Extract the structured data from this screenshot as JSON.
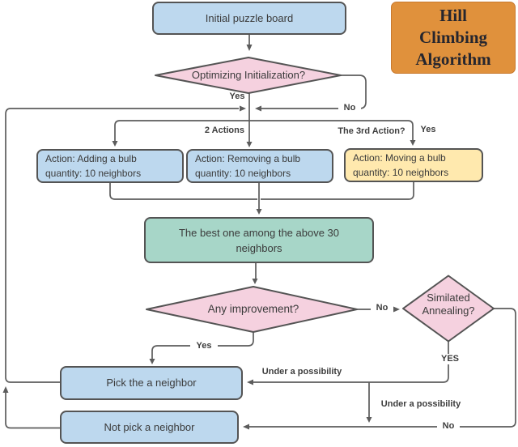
{
  "title_card": {
    "line1": "Hill",
    "line2": "Climbing",
    "line3": "Algorithm"
  },
  "nodes": {
    "initial": "Initial puzzle board",
    "optimizing": "Optimizing Initialization?",
    "action_add_line1": "Action: Adding a bulb",
    "action_add_line2": "quantity: 10 neighbors",
    "action_remove_line1": "Action: Removing a bulb",
    "action_remove_line2": "quantity: 10 neighbors",
    "action_move_line1": "Action: Moving a bulb",
    "action_move_line2": "quantity: 10 neighbors",
    "best_line1": "The best one among the above 30",
    "best_line2": "neighbors",
    "improvement": "Any improvement?",
    "annealing_line1": "Similated",
    "annealing_line2": "Annealing?",
    "pick": "Pick the a neighbor",
    "not_pick": "Not pick a neighbor"
  },
  "edge_labels": {
    "yes_top": "Yes",
    "no_top": "No",
    "two_actions": "2 Actions",
    "third_action": "The 3rd Action?",
    "third_action_yes": "Yes",
    "no_improvement": "No",
    "yes_improvement": "Yes",
    "annealing_yes": "YES",
    "under_possibility_1": "Under a possibility",
    "under_possibility_2": "Under a possibility",
    "no_bottom": "No"
  },
  "colors": {
    "c-blue": "#bdd8ee",
    "c-pink": "#f5d1df",
    "c-yellow": "#ffe9ae",
    "c-green": "#a7d6c8",
    "c-orange": "#e0913c",
    "c-orange-border": "#c8792e",
    "c-line": "#5c5c5c",
    "c-border": "#545454",
    "c-text": "#3b3b3b",
    "c-label": "#3d3d3d",
    "c-title-text": "#26262e"
  }
}
